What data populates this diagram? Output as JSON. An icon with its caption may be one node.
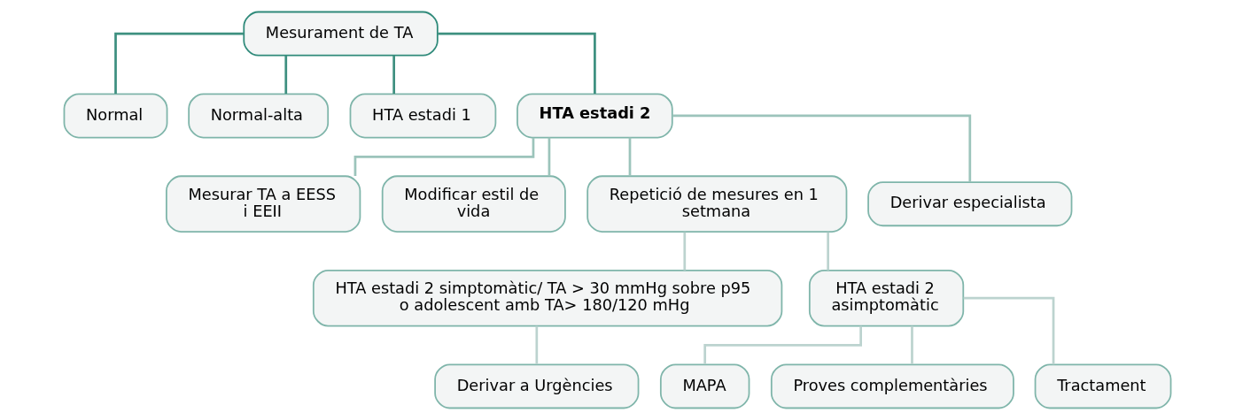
{
  "diagram": {
    "nodes": [
      {
        "text": [
          "Mesurament de TA"
        ]
      },
      {
        "text": [
          "Normal"
        ]
      },
      {
        "text": [
          "Normal-alta"
        ]
      },
      {
        "text": [
          "HTA estadi 1"
        ]
      },
      {
        "text": [
          "HTA estadi 2"
        ]
      },
      {
        "text": [
          "Mesurar TA a EESS i EEII"
        ]
      },
      {
        "text": [
          "Modificar estil de vida"
        ]
      },
      {
        "text": [
          "Repetició de mesures en 1 setmana"
        ]
      },
      {
        "text": [
          "Derivar especialista"
        ]
      },
      {
        "text": [
          "HTA estadi 2 simptomàtic/ TA > 30 mmHg sobre p95 o adolescent amb TA> 180/120 mHg"
        ]
      },
      {
        "text": [
          "HTA estadi 2 asimptomàtic"
        ]
      },
      {
        "text": [
          "Derivar a Urgències"
        ]
      },
      {
        "text": [
          "MAPA"
        ]
      },
      {
        "text": [
          "Proves complementàries"
        ]
      },
      {
        "text": [
          "Tractament"
        ]
      }
    ],
    "edges": [
      {
        "from": 0,
        "to": 1,
        "arrow": "none",
        "color": "#3e9080"
      },
      {
        "from": 0,
        "to": 2,
        "arrow": "none",
        "color": "#3e9080"
      },
      {
        "from": 0,
        "to": 3,
        "arrow": "none",
        "color": "#3e9080"
      },
      {
        "from": 0,
        "to": 4,
        "arrow": "none",
        "color": "#3e9080"
      },
      {
        "from": 4,
        "to": 5,
        "arrow": "none",
        "color": "#9cc4bb"
      },
      {
        "from": 4,
        "to": 6,
        "arrow": "none",
        "color": "#9cc4bb"
      },
      {
        "from": 4,
        "to": 7,
        "arrow": "none",
        "color": "#9cc4bb"
      },
      {
        "from": 4,
        "to": 8,
        "arrow": "none",
        "color": "#9cc4bb"
      },
      {
        "from": 7,
        "to": 9,
        "arrow": "none"
      },
      {
        "from": 7,
        "to": 10,
        "arrow": "none"
      },
      {
        "from": 9,
        "to": 11,
        "arrow": "none"
      },
      {
        "from": 10,
        "to": 12,
        "arrow": "none"
      },
      {
        "from": 10,
        "to": 13,
        "arrow": "none"
      },
      {
        "from": 10,
        "to": 14,
        "arrow": "none"
      }
    ]
  }
}
